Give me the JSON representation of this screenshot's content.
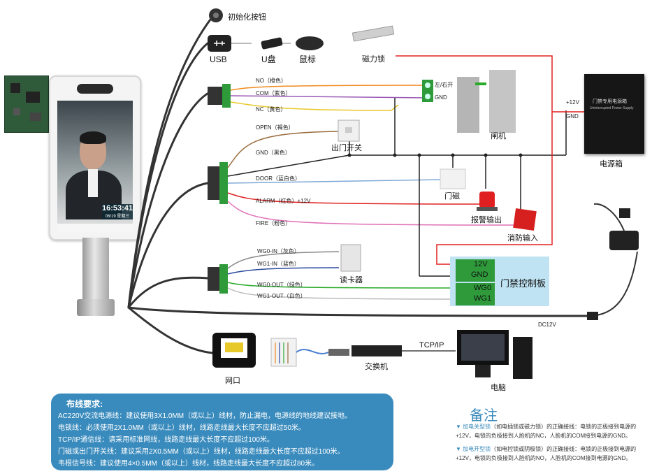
{
  "labels": {
    "reset_button": "初始化按钮",
    "usb": "USB",
    "u_disk": "U盘",
    "mouse": "鼠标",
    "mag_lock": "磁力锁",
    "no": "NO（橙色）",
    "com": "COM（紫色）",
    "nc": "NC（黄色）",
    "gate_lr": "左/右开",
    "gate_gnd": "GND",
    "gate": "闸机",
    "open": "OPEN（褐色）",
    "exit_switch": "出门开关",
    "gnd_black": "GND（黑色）",
    "door": "DOOR（蓝白色）",
    "door_sensor": "门磁",
    "alarm": "ALARM（红色）+12V",
    "alarm_out": "报警输出",
    "fire": "FIRE（粉色）",
    "fire_in": "消防输入",
    "wg0_in": "WG0-IN（灰色）",
    "wg1_in": "WG1-IN（蓝色）",
    "card_reader": "读卡器",
    "wg0_out": "WG0-OUT（绿色）",
    "wg1_out": "WG1-OUT（白色）",
    "ctrl_12v": "12V",
    "ctrl_gnd": "GND",
    "ctrl_wg0": "WG0",
    "ctrl_wg1": "WG1",
    "ctrl_board": "门禁控制板",
    "plus12v": "+12V",
    "gnd": "GND",
    "psu": "电源箱",
    "psu_title": "门禁专用电源箱",
    "psu_sub": "Uninterrupted Power Supply",
    "dc12v": "DC12V",
    "network": "网口",
    "switch": "交换机",
    "tcpip": "TCP/IP",
    "computer": "电脑",
    "time": "16:53:41",
    "date": "06/19  星期三"
  },
  "requirements": {
    "title": "布线要求:",
    "lines": [
      "AC220V交流电源线：建议使用3X1.0MM（或以上）线材，防止漏电，电源线的地线建议接地。",
      "电锁线：必须使用2X1.0MM（或以上）线材，线路走线最大长度不应超过50米。",
      "TCP/IP通信线：请采用标准网线，线路走线最大长度不应超过100米。",
      "门磁或出门开关线：建议采用2X0.5MM（或以上）线材，线路走线最大长度不应超过100米。",
      "韦根信号线：建议使用4×0.5MM（或以上）线材，线路走线最大长度不应超过80米。"
    ]
  },
  "notes": {
    "title": "备注",
    "n1_key": "加电关型锁",
    "n1_a": "（如电插锁或磁力锁）的正确接线：电锁的正极接到电源的",
    "n1_b": "+12V，电锁的负极接到人脸机的NC，人脸机的COM接到电源的GND。",
    "n2_key": "加电开型锁",
    "n2_a": "（如电控锁或阴极锁）的正确接线：电锁的正极接到电源的",
    "n2_b": "+12V，电锁的负极接到人脸机的NO，人脸机的COM接到电源的GND。"
  },
  "colors": {
    "no": "#f28a1e",
    "com": "#9b59b6",
    "nc": "#e8c92a",
    "open": "#9a6b3c",
    "black": "#222222",
    "door": "#7fa9d6",
    "alarm": "#e02020",
    "fire": "#e070b8",
    "wg0_in": "#888888",
    "wg1_in": "#2a4aa0",
    "wg0_out": "#2aaa2a",
    "wg1_out": "#bbbbbb",
    "accent": "#3a8bbd",
    "terminal": "#2e9a3a"
  }
}
